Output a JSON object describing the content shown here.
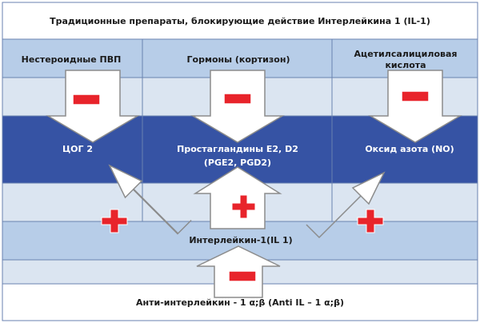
{
  "title": "Традиционные препараты, блокирующие действие Интерлейкина 1 (IL-1)",
  "drugs": [
    {
      "line1": "Нестероидные ПВП",
      "line2": ""
    },
    {
      "line1": "Гормоны (кортизон)",
      "line2": ""
    },
    {
      "line1": "Ацетилсалициловая",
      "line2": "кислота"
    }
  ],
  "targets": [
    {
      "line1": "ЦОГ 2",
      "line2": ""
    },
    {
      "line1": "Простагландины E2, D2",
      "line2": "(PGE2, PGD2)"
    },
    {
      "line1": "Оксид азота (NO)",
      "line2": ""
    }
  ],
  "center": "Интерлейкин-1(IL 1)",
  "bottom": "Анти-интерлейкин - 1 α;β (Anti IL – 1 α;β)",
  "colors": {
    "band_light": "#b7cde8",
    "band_pale": "#dbe5f1",
    "band_dark": "#3653a4",
    "border": "#6a82b0",
    "arrow_fill": "#ffffff",
    "arrow_stroke": "#8c8c8c",
    "minus": "#e8242b",
    "plus": "#e8242b",
    "text_dark": "#1a1a1a",
    "text_light": "#ffffff"
  }
}
